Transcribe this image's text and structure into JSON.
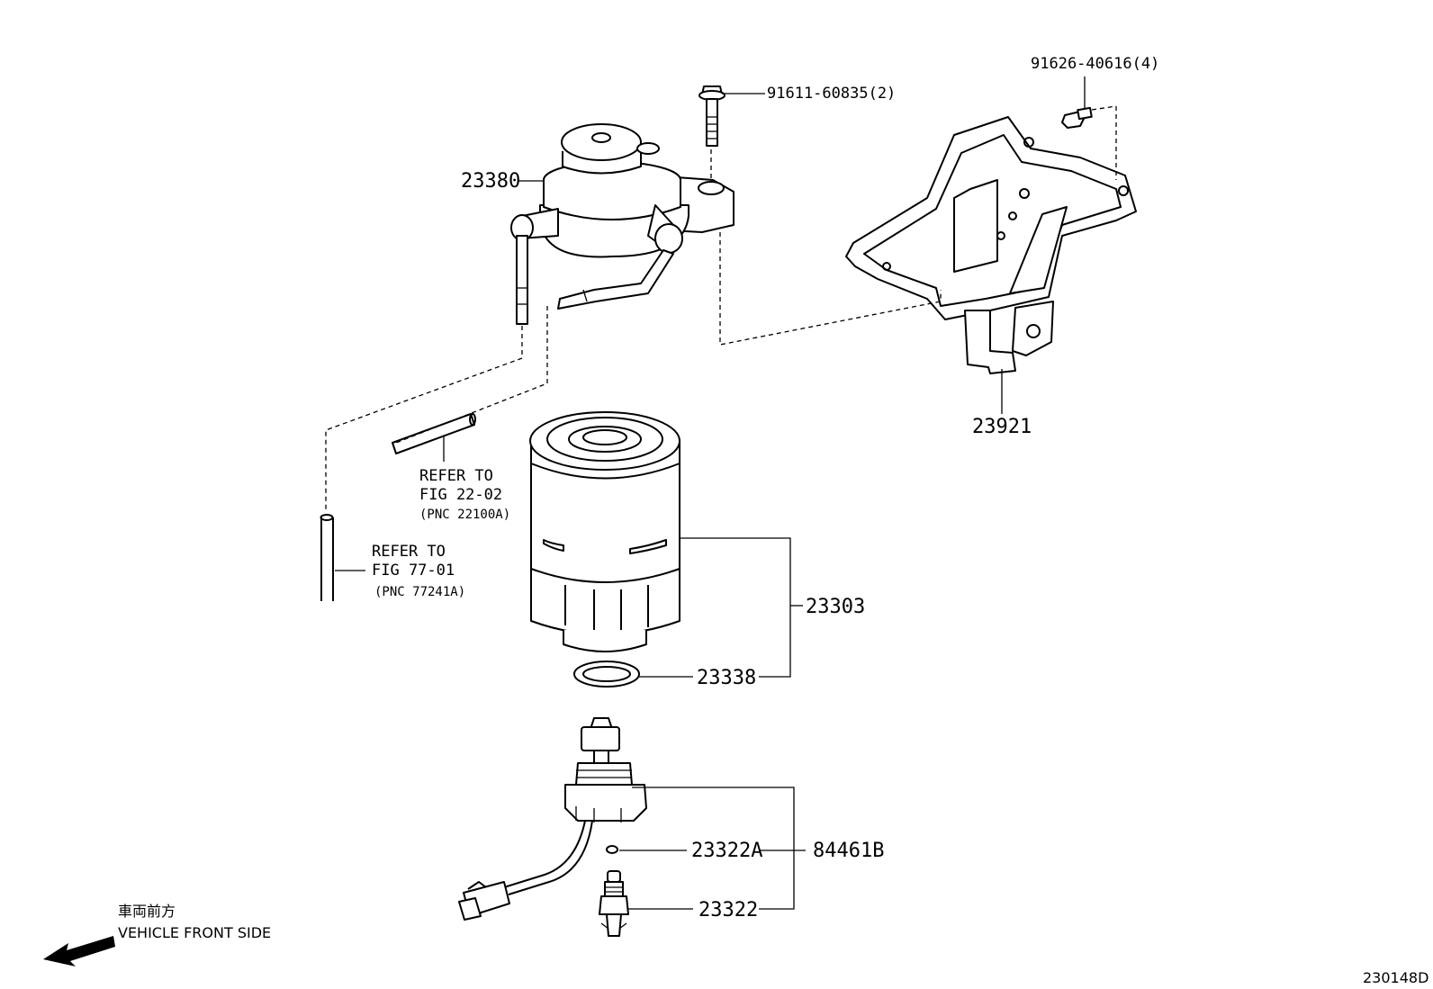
{
  "parts": {
    "p23380": "23380",
    "p91611": "91611-60835(2)",
    "p91626": "91626-40616(4)",
    "p23921": "23921",
    "p23303": "23303",
    "p23338": "23338",
    "p23322A": "23322A",
    "p84461B": "84461B",
    "p23322": "23322"
  },
  "refs": {
    "ref1": {
      "line1": "REFER TO",
      "line2": "FIG 22-02",
      "line3": "(PNC 22100A)"
    },
    "ref2": {
      "line1": "REFER TO",
      "line2": "FIG 77-01",
      "line3": "(PNC 77241A)"
    }
  },
  "orientation": {
    "japanese": "車両前方",
    "english": "VEHICLE FRONT SIDE"
  },
  "figure_code": "230148D"
}
